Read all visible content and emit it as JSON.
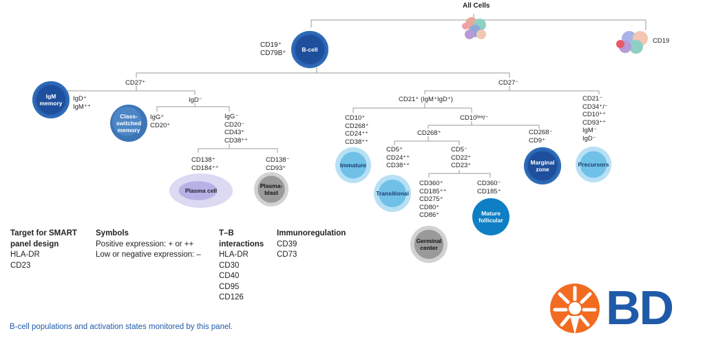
{
  "title": "All Cells",
  "cd19_label": "CD19",
  "bcell": {
    "markers": "CD19⁺\nCD79B⁺",
    "label": "B-cell"
  },
  "level1": {
    "left": "CD27⁺",
    "right": "CD27⁻"
  },
  "igm_memory": {
    "label": "IgM\nmemory",
    "markers": "IgD⁺\nIgM⁺⁺"
  },
  "igd_neg": "IgD⁻",
  "class_switched": {
    "label": "Class-\nswitched\nmemory",
    "markers": "IgG⁺\nCD20⁺"
  },
  "igg_neg_markers": "IgG⁻\nCD20⁻\nCD43⁺\nCD38⁺⁺",
  "plasma_cell": {
    "markers": "CD138⁺\nCD184⁺⁺",
    "label": "Plasma cell"
  },
  "plasma_blast": {
    "markers": "CD138⁻\nCD93⁺",
    "label": "Plasma-\nblast"
  },
  "cd21": "CD21⁺ (IgM⁺IgD⁺)",
  "cd10_low": "CD10ˡᵒʷ/⁻",
  "immature": {
    "markers": "CD10⁺\nCD268⁺\nCD24⁺⁺\nCD38⁺⁺",
    "label": "Immature"
  },
  "cd268_pos": "CD268⁺",
  "transitional": {
    "markers": "CD5⁺\nCD24⁺⁺\nCD38⁺⁺",
    "label": "Transitional"
  },
  "cd5_neg_markers": "CD5⁻\nCD22⁺\nCD23⁺",
  "germinal": {
    "markers": "CD360⁺\nCD185⁺⁺\nCD275⁺\nCD80⁺\nCD86⁺",
    "label": "Germinal\ncenter"
  },
  "mature": {
    "markers": "CD360⁻\nCD185⁺",
    "label": "Mature\nfollicular"
  },
  "marginal": {
    "markers": "CD268⁻\nCD9⁺",
    "label": "Marginal\nzone"
  },
  "precursors": {
    "markers": "CD21⁻\nCD34⁺/⁻\nCD10⁺⁺\nCD93⁺⁺\nIgM⁻\nIgD⁻",
    "label": "Precursors"
  },
  "legend": {
    "smart_title": "Target for SMART\npanel design",
    "smart_items": "HLA-DR\nCD23",
    "symbols_title": "Symbols",
    "symbols_items": "Positive expression: + or ++\nLow or negative expression: –",
    "tb_title": "T–B\ninteractions",
    "tb_items": "HLA-DR\nCD30\nCD40\nCD95\nCD126",
    "immuno_title": "Immunoregulation",
    "immuno_items": "CD39\nCD73"
  },
  "caption": "B-cell populations and activation states monitored by this panel.",
  "logo_text": "BD",
  "colors": {
    "dark_blue": "#1e4f9c",
    "light_blue": "#6fc1e8",
    "gray": "#9a9a9a",
    "bd_orange": "#f26b21",
    "bd_blue": "#1f5aa8",
    "caption_blue": "#1f5aa8"
  }
}
